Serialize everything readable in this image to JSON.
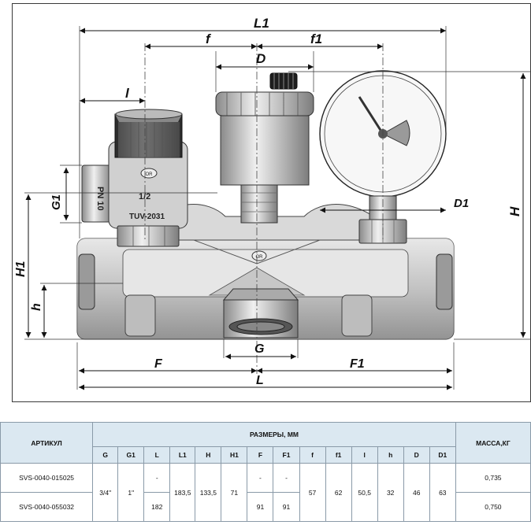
{
  "drawing": {
    "labels": {
      "L1": "L1",
      "f": "f",
      "f1": "f1",
      "D": "D",
      "l": "l",
      "G1": "G1",
      "D1": "D1",
      "H": "H",
      "H1": "H1",
      "h": "h",
      "G": "G",
      "F": "F",
      "F1": "F1",
      "L": "L"
    },
    "body_markings": {
      "pn": "PN 10",
      "thread": "1/2",
      "tuv": "TUV-2031",
      "logo": "OR"
    }
  },
  "table": {
    "article_header": "АРТИКУЛ",
    "dimensions_header": "РАЗМЕРЫ, ММ",
    "mass_header": "МАССА,КГ",
    "columns": [
      "G",
      "G1",
      "L",
      "L1",
      "H",
      "H1",
      "F",
      "F1",
      "f",
      "f1",
      "l",
      "h",
      "D",
      "D1"
    ],
    "rows": [
      {
        "article": "SVS-0040-015025",
        "L": "-",
        "F": "-",
        "F1": "-",
        "mass": "0,735"
      },
      {
        "article": "SVS-0040-055032",
        "L": "182",
        "F": "91",
        "F1": "91",
        "mass": "0,750"
      }
    ],
    "shared": {
      "G": "3/4\"",
      "G1": "1\"",
      "L1": "183,5",
      "H": "133,5",
      "H1": "71",
      "f": "57",
      "f1": "62",
      "l": "50,5",
      "h": "32",
      "D": "46",
      "D1": "63"
    }
  }
}
